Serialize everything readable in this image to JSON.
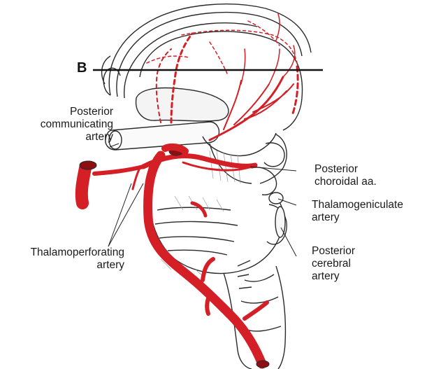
{
  "section_marker": "B",
  "labels": {
    "posterior_communicating": [
      "Posterior",
      "communicating",
      "artery"
    ],
    "thalamoperforating": [
      "Thalamoperforating",
      "artery"
    ],
    "posterior_choroidal": [
      "Posterior",
      "choroidal aa."
    ],
    "thalamogeniculate": [
      "Thalamogeniculate",
      "artery"
    ],
    "posterior_cerebral": [
      "Posterior",
      "cerebral",
      "artery"
    ]
  },
  "colors": {
    "artery": "#d41f26",
    "artery_dark": "#8c0f12",
    "outline": "#2a2a2a",
    "shading": "#9a9a9a"
  }
}
